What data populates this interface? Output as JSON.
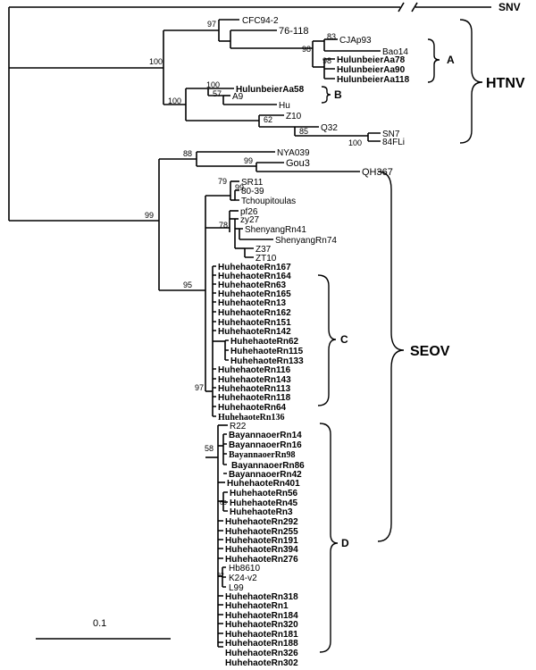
{
  "outgroup": {
    "label": "SNV"
  },
  "groups": {
    "htnv": "HTNV",
    "seov": "SEOV",
    "a": "A",
    "b": "B",
    "c": "C",
    "d": "D"
  },
  "scale_bar": {
    "label": "0.1"
  },
  "bootstrap": {
    "root_htnv": "100",
    "cfc": "97",
    "cjap_group": "98",
    "bao_cjap": "83",
    "clade_a": "98",
    "htnv_sub2": "100",
    "clade_b": "100",
    "b_inner": "57",
    "z10_q32": "62",
    "q32_sn7": "85",
    "sn7": "100",
    "seov_root": "99",
    "nya_gou": "88",
    "gou_qh": "99",
    "seov_main": "95",
    "sr11": "79",
    "sr11_inner": "99",
    "pf26": "78",
    "clade_c": "97",
    "clade_d": "58",
    "rn45": "63",
    "k24": "92"
  },
  "taxa": {
    "cfc94": "CFC94-2",
    "t76": "76-118",
    "cjap93": "CJAp93",
    "bao14": "Bao14",
    "hulun78": "HulunbeierAa78",
    "hulun90": "HulunbeierAa90",
    "hulun118": "HulunbeierAa118",
    "hulun58": "HulunbeierAa58",
    "a9": "A9",
    "hu": "Hu",
    "z10": "Z10",
    "q32": "Q32",
    "sn7": "SN7",
    "fli84": "84FLi",
    "nya039": "NYA039",
    "gou3": "Gou3",
    "qh367": "QH367",
    "sr11": "SR11",
    "t8039": "80-39",
    "tchoup": "Tchoupitoulas",
    "pf26": "pf26",
    "zy27": "zy27",
    "sy41": "ShenyangRn41",
    "sy74": "ShenyangRn74",
    "z37": "Z37",
    "zt10": "ZT10",
    "hh167": "HuhehaoteRn167",
    "hh164": "HuhehaoteRn164",
    "hh63": "HuhehaoteRn63",
    "hh165": "HuhehaoteRn165",
    "hh13": "HuhehaoteRn13",
    "hh162": "HuhehaoteRn162",
    "hh151": "HuhehaoteRn151",
    "hh142": "HuhehaoteRn142",
    "hh62": "HuhehaoteRn62",
    "hh115": "HuhehaoteRn115",
    "hh133": "HuhehaoteRn133",
    "hh116": "HuhehaoteRn116",
    "hh143": "HuhehaoteRn143",
    "hh113": "HuhehaoteRn113",
    "hh118": "HuhehaoteRn118",
    "hh64": "HuhehaoteRn64",
    "hh136": "HuhehaoteRn136",
    "r22": "R22",
    "by14": "BayannaoerRn14",
    "by16": "BayannaoerRn16",
    "by98": "BayannaoerRn98",
    "by86": "BayannaoerRn86",
    "by42": "BayannaoerRn42",
    "hh401": "HuhehaoteRn401",
    "hh56": "HuhehaoteRn56",
    "hh45": "HuhehaoteRn45",
    "hh3": "HuhehaoteRn3",
    "hh292": "HuhehaoteRn292",
    "hh255": "HuhehaoteRn255",
    "hh191": "HuhehaoteRn191",
    "hh394": "HuhehaoteRn394",
    "hh276": "HuhehaoteRn276",
    "hb8610": "Hb8610",
    "k24": "K24-v2",
    "l99": "L99",
    "hh318": "HuhehaoteRn318",
    "hh1": "HuhehaoteRn1",
    "hh184": "HuhehaoteRn184",
    "hh320": "HuhehaoteRn320",
    "hh181": "HuhehaoteRn181",
    "hh188": "HuhehaoteRn188",
    "hh326": "HuhehaoteRn326",
    "hh302": "HuhehaoteRn302"
  }
}
